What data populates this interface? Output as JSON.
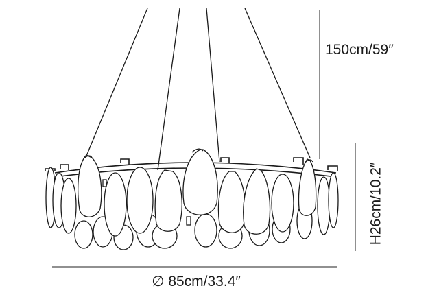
{
  "product_drawing": {
    "subject": "chandelier-line-drawing",
    "dimensions": {
      "drop_length": "150cm/59″",
      "height": "H26cm/10.2″",
      "diameter": "∅ 85cm/33.4″"
    },
    "colors": {
      "line": "#1a1a1a",
      "background": "#ffffff"
    }
  }
}
